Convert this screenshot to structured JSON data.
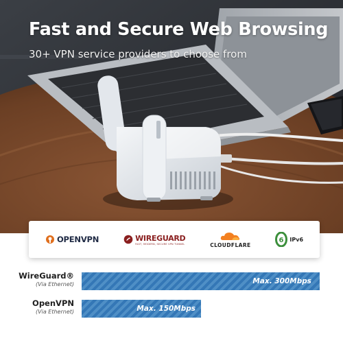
{
  "banner": {
    "headline": "Fast and Secure Web Browsing",
    "subline": "30+ VPN service providers to choose from"
  },
  "protocols": [
    {
      "name": "OPENVPN",
      "icon": "openvpn-logo-icon"
    },
    {
      "name": "WIREGUARD",
      "tagline": "FAST, MODERN, SECURE VPN TUNNEL",
      "icon": "wireguard-logo-icon"
    },
    {
      "name": "CLOUDFLARE",
      "icon": "cloudflare-logo-icon"
    },
    {
      "name": "IPv6",
      "icon": "ipv6-logo-icon"
    }
  ],
  "speeds": [
    {
      "protocol": "WireGuard®",
      "connection": "(Via Ethernet)",
      "value_label": "Max. 300Mbps",
      "value_mbps": 300
    },
    {
      "protocol": "OpenVPN",
      "connection": "(Via Ethernet)",
      "value_label": "Max. 150Mbps",
      "value_mbps": 150
    }
  ],
  "colors": {
    "bar_stripe_light": "#4f8fc6",
    "bar_stripe_dark": "#3477b6",
    "openvpn_orange": "#e06f1e",
    "wireguard_red": "#8a1f1f",
    "cloudflare_orange": "#f38020",
    "ipv6_green": "#3c8f3c"
  }
}
